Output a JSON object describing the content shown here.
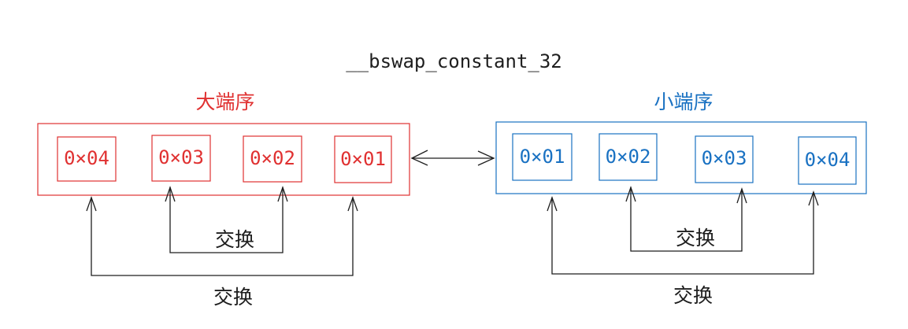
{
  "title": "__bswap_constant_32",
  "big_endian": {
    "label": "大端序",
    "bytes": [
      "0×04",
      "0×03",
      "0×02",
      "0×01"
    ],
    "color": "#e03131"
  },
  "little_endian": {
    "label": "小端序",
    "bytes": [
      "0×01",
      "0×02",
      "0×03",
      "0×04"
    ],
    "color": "#1971c2"
  },
  "swap_label": "交换",
  "arrow_color": "#1e1e1e",
  "icons": {
    "connector": "double-headed-arrow",
    "swap": "swap-bracket-arrows"
  }
}
